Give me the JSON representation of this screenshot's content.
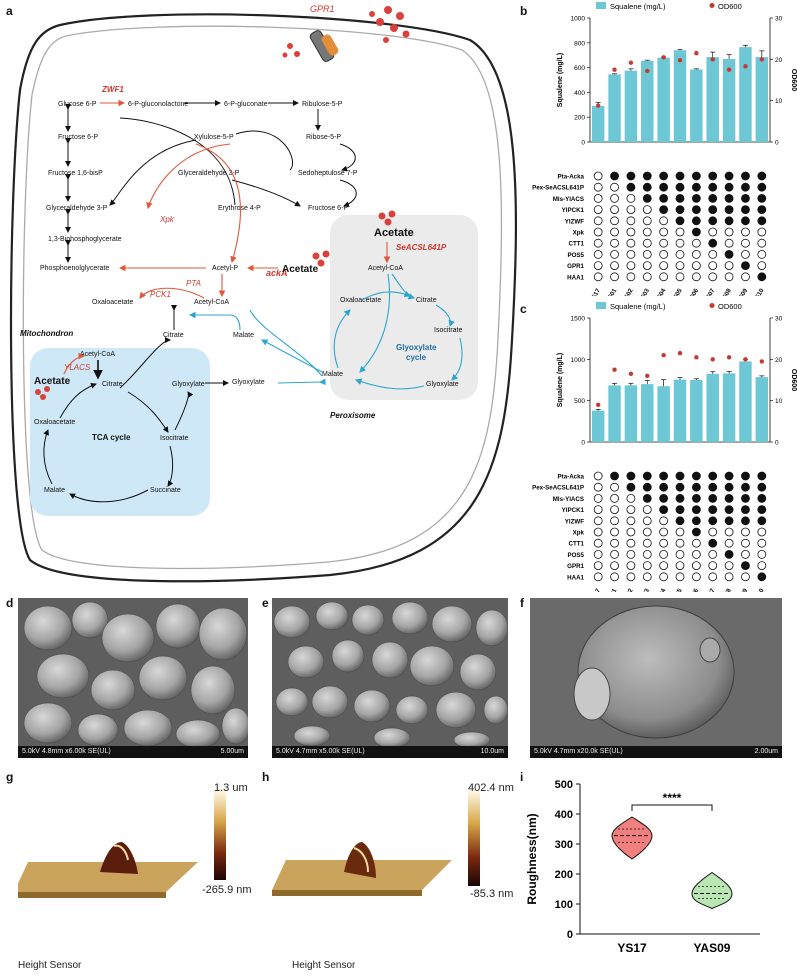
{
  "panel_labels": {
    "a": "a",
    "b": "b",
    "c": "c",
    "d": "d",
    "e": "e",
    "f": "f",
    "g": "g",
    "h": "h",
    "i": "i"
  },
  "pathway": {
    "gpr1": "GPR1",
    "nodes": {
      "glucose6p": "Glucose 6-P",
      "zwf1": "ZWF1",
      "gluconolactone": "6-P-gluconolactone",
      "gluconate": "6-P-gluconate",
      "ribulose5p": "Ribulose-5-P",
      "fructose6p": "Fructose 6-P",
      "xylulose5p": "Xylulose-5-P",
      "ribose5p": "Ribose-5-P",
      "fructose16": "Fructose 1,6-bisP",
      "glyceraldehyde3p_left": "Glyceraldehyde 3-P",
      "glyceraldehyde3p_mid": "Glyceraldehyde 3-P",
      "sedoheptulose": "Sedoheptulose 7-P",
      "xpk": "Xpk",
      "erythrose4p": "Erythrose 4-P",
      "fructose6p_right": "Fructose 6-P",
      "bpg": "1,3-Biphosphoglycerate",
      "pep": "Phosphoenolglycerate",
      "pck1": "PCK1",
      "acetylp": "Acetyl-P",
      "acka": "ackA",
      "acetate_mid": "Acetate",
      "pta": "PTA",
      "acetylcoa_mid": "Acetyl-CoA",
      "oaa_mid": "Oxaloacetate",
      "citrate_mid": "Citrate",
      "malate_mid": "Malate",
      "glyoxylate_mid": "Glyoxylate",
      "mitochondron": "Mitochondron",
      "acetylcoa_mito": "Acetyl-CoA",
      "ylacs": "YLACS",
      "acetate_mito": "Acetate",
      "citrate_mito": "Citrate",
      "glyoxylate_mito": "Glyoxylate",
      "oaa_mito": "Oxaloacetate",
      "tca": "TCA cycle",
      "isocitrate_mito": "Isocitrate",
      "malate_mito": "Malate",
      "succinate_mito": "Succinate",
      "acetate_perox": "Acetate",
      "seacsl": "SeACSL641P",
      "acetylcoa_perox": "Acetyl-CoA",
      "citrate_perox": "Citrate",
      "oaa_perox": "Oxaloacetate",
      "isocitrate_perox": "Isocitrate",
      "glyoxylate_cycle": "Glyoxylate",
      "glyoxylate_cycle2": "cycle",
      "malate_perox": "Malate",
      "glyoxylate_perox": "Glyoxylate",
      "peroxisome": "Peroxisome"
    }
  },
  "strain_rows": [
    "Pta-Acka",
    "Pex-SeACSL641P",
    "Mls-YlACS",
    "YlPCK1",
    "YlZWF",
    "Xpk",
    "CTT1",
    "POS5",
    "GPR1",
    "HAA1"
  ],
  "chart_data": [
    {
      "type": "bar",
      "id": "b",
      "categories": [
        "YS17",
        "YAS01",
        "YAS02",
        "YAS03",
        "YAS04",
        "YAS05",
        "YAS06",
        "YAS07",
        "YAS08",
        "YAS09",
        "YAS10"
      ],
      "series": [
        {
          "name": "Squalene (mg/L)",
          "values": [
            290,
            545,
            575,
            655,
            680,
            740,
            585,
            685,
            670,
            765,
            685
          ],
          "errors": [
            30,
            5,
            15,
            5,
            5,
            5,
            5,
            40,
            35,
            15,
            50
          ]
        },
        {
          "name": "OD600",
          "values": [
            8.8,
            17.5,
            19.2,
            17.2,
            20.5,
            19.8,
            21.5,
            20.0,
            17.5,
            18.3,
            20.0
          ]
        }
      ],
      "ylabel": "Squalene (mg/L)",
      "y2label": "OD600",
      "ylim": [
        0,
        1000
      ],
      "y2lim": [
        0,
        30
      ],
      "yticks": [
        0,
        200,
        400,
        600,
        800,
        1000
      ],
      "y2ticks": [
        0,
        10,
        20,
        30
      ],
      "legend": "top",
      "matrix": [
        [
          0,
          1,
          1,
          1,
          1,
          1,
          1,
          1,
          1,
          1,
          1
        ],
        [
          0,
          0,
          1,
          1,
          1,
          1,
          1,
          1,
          1,
          1,
          1
        ],
        [
          0,
          0,
          0,
          1,
          1,
          1,
          1,
          1,
          1,
          1,
          1
        ],
        [
          0,
          0,
          0,
          0,
          1,
          1,
          1,
          1,
          1,
          1,
          1
        ],
        [
          0,
          0,
          0,
          0,
          0,
          1,
          1,
          1,
          1,
          1,
          1
        ],
        [
          0,
          0,
          0,
          0,
          0,
          0,
          1,
          0,
          0,
          0,
          0
        ],
        [
          0,
          0,
          0,
          0,
          0,
          0,
          0,
          1,
          0,
          0,
          0
        ],
        [
          0,
          0,
          0,
          0,
          0,
          0,
          0,
          0,
          1,
          0,
          0
        ],
        [
          0,
          0,
          0,
          0,
          0,
          0,
          0,
          0,
          0,
          1,
          0
        ],
        [
          0,
          0,
          0,
          0,
          0,
          0,
          0,
          0,
          0,
          0,
          1
        ]
      ]
    },
    {
      "type": "bar",
      "id": "c",
      "categories": [
        "YS17",
        "YAS01",
        "YAS02",
        "YAS03",
        "YAS04",
        "YAS05",
        "YAS06",
        "YAS07",
        "YAS08",
        "YAS09",
        "YAS10"
      ],
      "series": [
        {
          "name": "Squalene (mg/L)",
          "values": [
            380,
            685,
            685,
            700,
            675,
            755,
            750,
            825,
            830,
            975,
            785
          ],
          "errors": [
            15,
            25,
            25,
            45,
            80,
            25,
            15,
            25,
            25,
            25,
            15
          ]
        },
        {
          "name": "OD600",
          "values": [
            9.0,
            17.5,
            16.5,
            16.0,
            21.0,
            21.5,
            20.5,
            20.0,
            20.5,
            20.0,
            19.5
          ]
        }
      ],
      "ylabel": "Squalene (mg/L)",
      "y2label": "OD600",
      "ylim": [
        0,
        1500
      ],
      "y2lim": [
        0,
        30
      ],
      "yticks": [
        0,
        500,
        1000,
        1500
      ],
      "y2ticks": [
        0,
        10,
        20,
        30
      ],
      "legend": "top",
      "matrix": [
        [
          0,
          1,
          1,
          1,
          1,
          1,
          1,
          1,
          1,
          1,
          1
        ],
        [
          0,
          0,
          1,
          1,
          1,
          1,
          1,
          1,
          1,
          1,
          1
        ],
        [
          0,
          0,
          0,
          1,
          1,
          1,
          1,
          1,
          1,
          1,
          1
        ],
        [
          0,
          0,
          0,
          0,
          1,
          1,
          1,
          1,
          1,
          1,
          1
        ],
        [
          0,
          0,
          0,
          0,
          0,
          1,
          1,
          1,
          1,
          1,
          1
        ],
        [
          0,
          0,
          0,
          0,
          0,
          0,
          1,
          0,
          0,
          0,
          0
        ],
        [
          0,
          0,
          0,
          0,
          0,
          0,
          0,
          1,
          0,
          0,
          0
        ],
        [
          0,
          0,
          0,
          0,
          0,
          0,
          0,
          0,
          1,
          0,
          0
        ],
        [
          0,
          0,
          0,
          0,
          0,
          0,
          0,
          0,
          0,
          1,
          0
        ],
        [
          0,
          0,
          0,
          0,
          0,
          0,
          0,
          0,
          0,
          0,
          1
        ]
      ]
    },
    {
      "type": "violin",
      "id": "i",
      "categories": [
        "YS17",
        "YAS09"
      ],
      "series": [
        {
          "name": "YS17",
          "median": 328,
          "q1": 305,
          "q3": 350,
          "min": 250,
          "max": 390,
          "color": "#f08080"
        },
        {
          "name": "YAS09",
          "median": 135,
          "q1": 118,
          "q3": 158,
          "min": 85,
          "max": 205,
          "color": "#b9e6b3"
        }
      ],
      "ylabel": "Roughness(nm)",
      "ylim": [
        0,
        500
      ],
      "yticks": [
        0,
        100,
        200,
        300,
        400,
        500
      ],
      "significance": "****"
    }
  ],
  "sem": {
    "d": {
      "left": "5.0kV 4.8mm x6.00k SE(UL)",
      "right": "5.00um"
    },
    "e": {
      "left": "5.0kV 4.7mm x5.00k SE(UL)",
      "right": "10.0um"
    },
    "f": {
      "left": "5.0kV 4.7mm x20.0k SE(UL)",
      "right": "2.00um"
    }
  },
  "afm": {
    "g": {
      "max": "1.3 um",
      "min": "-265.9 nm",
      "caption": "Height Sensor"
    },
    "h": {
      "max": "402.4 nm",
      "min": "-85.3 nm",
      "caption": "Height Sensor"
    }
  }
}
